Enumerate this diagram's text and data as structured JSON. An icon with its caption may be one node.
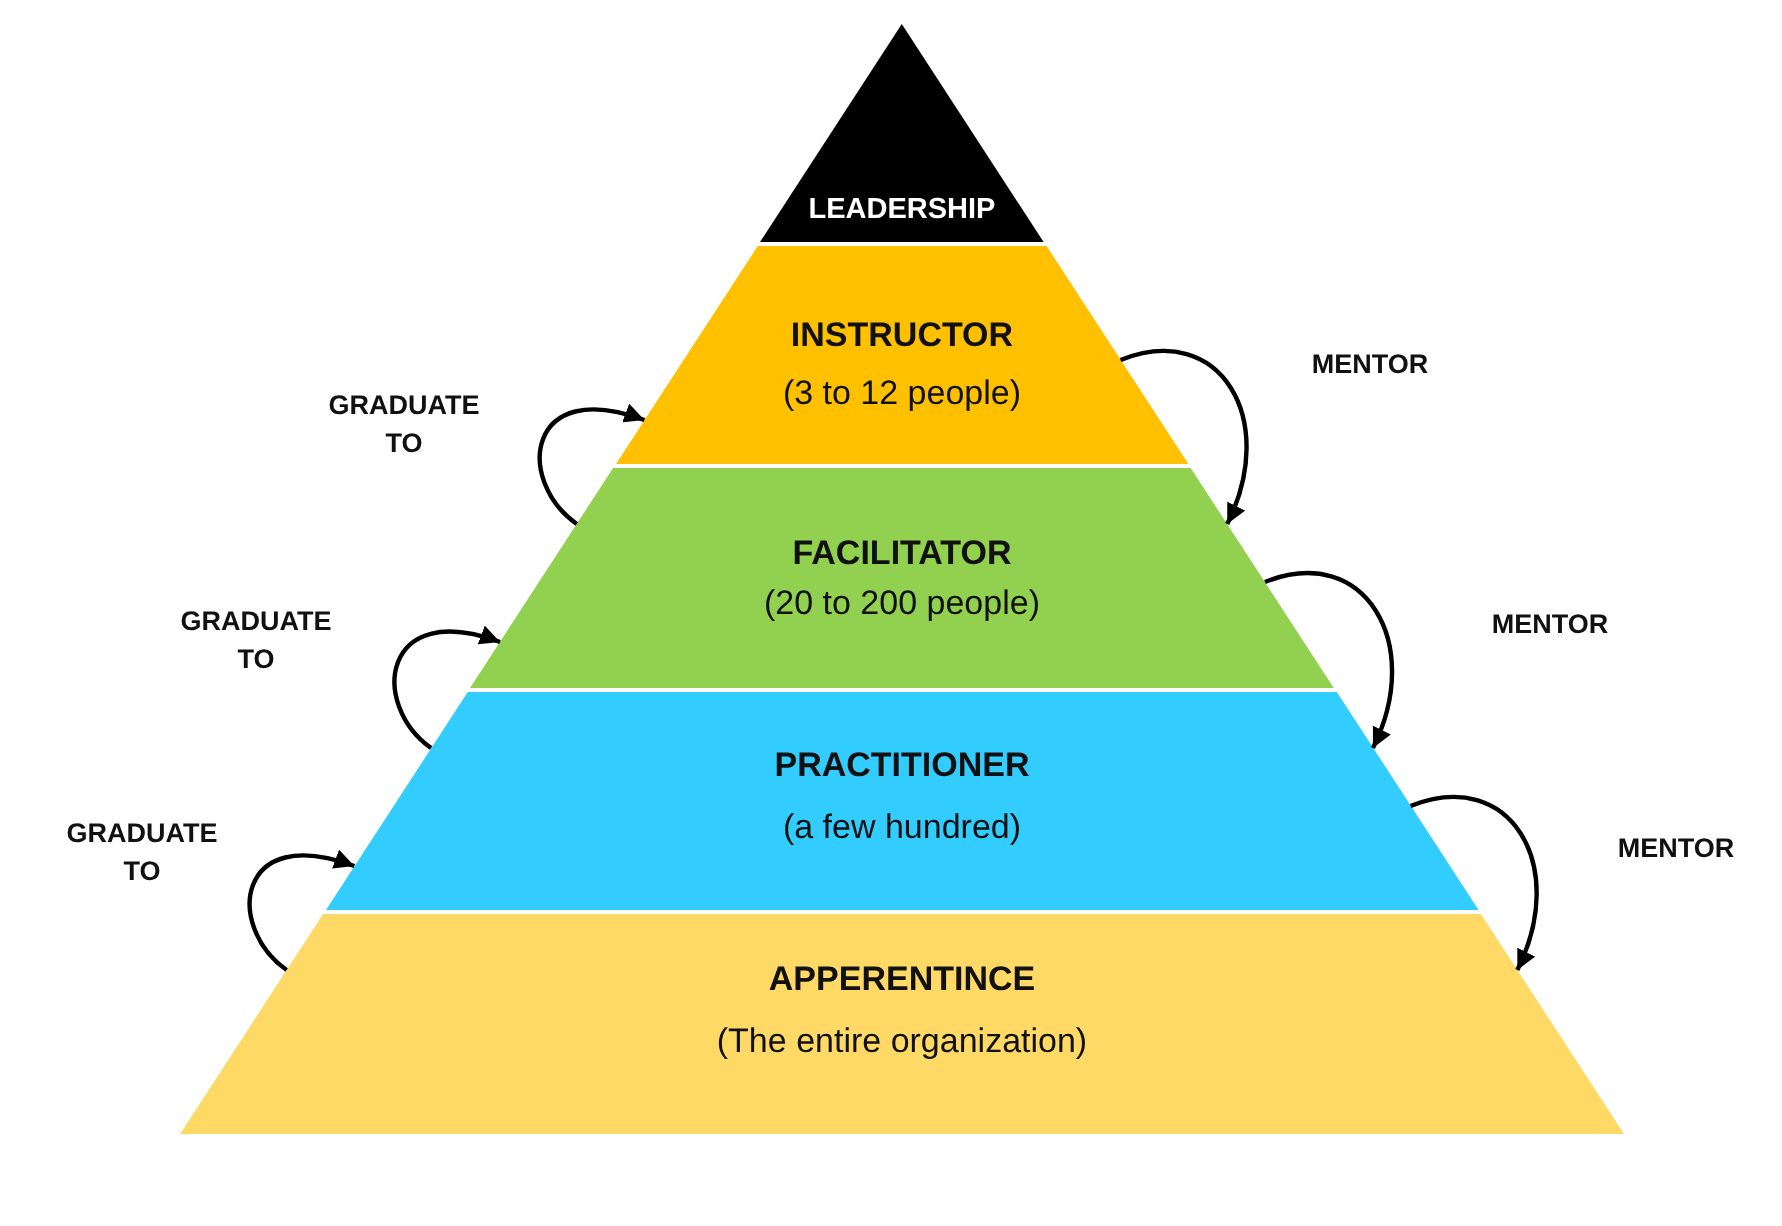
{
  "diagram": {
    "nodes": [
      {
        "text": [
          "LEADERSHIP"
        ]
      },
      {
        "text": [
          "INSTRUCTOR",
          "(3 to 12 people)"
        ]
      },
      {
        "text": [
          "FACILITATOR",
          "(20 to 200 people)"
        ]
      },
      {
        "text": [
          "PRACTITIONER",
          "(a few hundred)"
        ]
      },
      {
        "text": [
          "APPERENTINCE",
          "(The entire organization)"
        ]
      }
    ],
    "edges": [
      {
        "from": 2,
        "to": 1,
        "arrow": "to",
        "label": "GRADUATE TO"
      },
      {
        "from": 1,
        "to": 2,
        "arrow": "to",
        "label": "MENTOR"
      },
      {
        "from": 3,
        "to": 2,
        "arrow": "to",
        "label": "GRADUATE TO"
      },
      {
        "from": 2,
        "to": 3,
        "arrow": "to",
        "label": "MENTOR"
      },
      {
        "from": 4,
        "to": 3,
        "arrow": "to",
        "label": "GRADUATE TO"
      },
      {
        "from": 3,
        "to": 4,
        "arrow": "to",
        "label": "MENTOR"
      }
    ]
  }
}
